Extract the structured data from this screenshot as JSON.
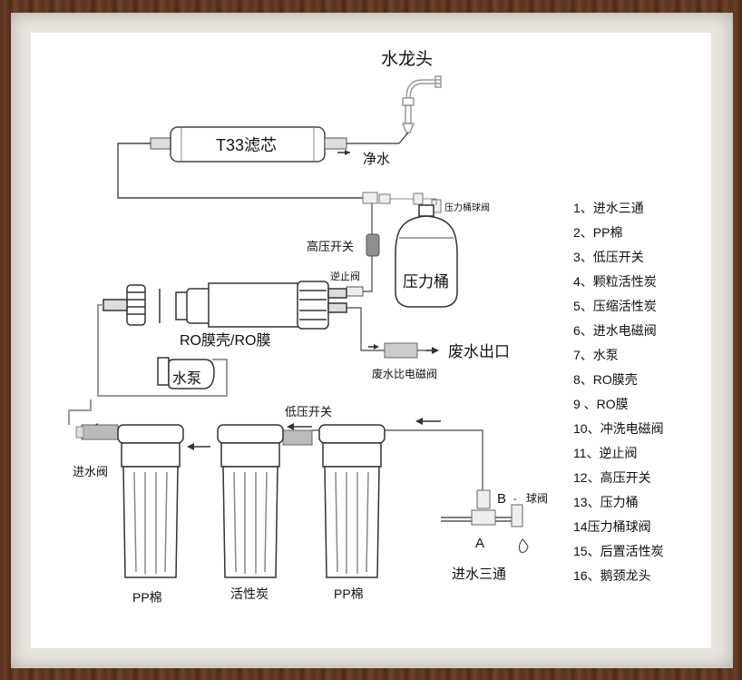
{
  "labels": {
    "faucet": "水龙头",
    "t33_filter": "T33滤芯",
    "pure_water": "净水",
    "pressure_tank_ball_valve": "压力桶球阀",
    "high_pressure_switch": "高压开关",
    "pressure_tank": "压力桶",
    "check_valve": "逆止阀",
    "ro_housing": "RO膜壳/RO膜",
    "wastewater_ratio_valve": "废水比电磁阀",
    "wastewater_outlet": "废水出口",
    "pump": "水泵",
    "low_pressure_switch": "低压开关",
    "inlet_valve": "进水阀",
    "filter_pp1": "PP棉",
    "filter_carbon": "活性炭",
    "filter_pp2": "PP棉",
    "inlet_tee": "进水三通",
    "ball_valve": "球阀",
    "tee_a": "A",
    "tee_b": "B"
  },
  "legend": [
    "1、进水三通",
    "2、PP棉",
    "3、低压开关",
    "4、颗粒活性炭",
    "5、压缩活性炭",
    "6、进水电磁阀",
    "7、水泵",
    "8、RO膜壳",
    "9 、RO膜",
    "10、冲洗电磁阀",
    "11、逆止阀",
    "12、高压开关",
    "13、压力桶",
    "14压力桶球阀",
    "15、后置活性炭",
    "16、鹅颈龙头"
  ]
}
